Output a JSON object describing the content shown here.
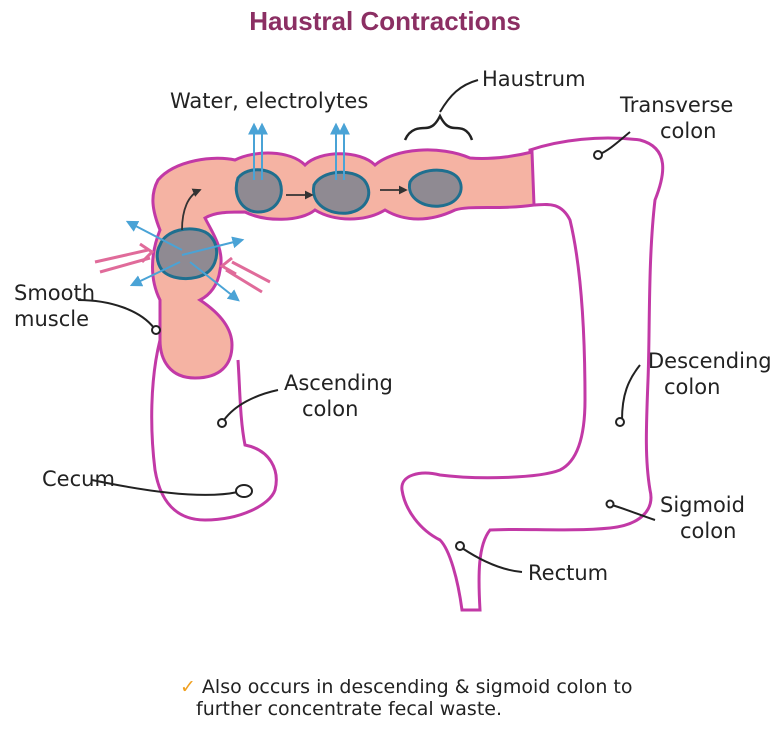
{
  "title": "Haustral Contractions",
  "labels": {
    "water": "Water, electrolytes",
    "haustrum": "Haustrum",
    "transverse_1": "Transverse",
    "transverse_2": "colon",
    "smooth_1": "Smooth",
    "smooth_2": "muscle",
    "ascending_1": "Ascending",
    "ascending_2": "colon",
    "descending_1": "Descending",
    "descending_2": "colon",
    "cecum": "Cecum",
    "sigmoid_1": "Sigmoid",
    "sigmoid_2": "colon",
    "rectum": "Rectum"
  },
  "note": {
    "line1": "Also occurs in descending & sigmoid colon to",
    "line2": "further concentrate fecal waste."
  },
  "colors": {
    "title": "#8b2f63",
    "outline": "#c239a6",
    "haustra_fill": "#f5b3a3",
    "feces_fill": "#8f8a92",
    "feces_outline": "#1f6f8f",
    "arrows": "#4aa3d6",
    "pressure_arrows": "#e06b9a",
    "check": "#f0a020"
  },
  "icons": [
    "check-icon",
    "arrow-icon"
  ]
}
